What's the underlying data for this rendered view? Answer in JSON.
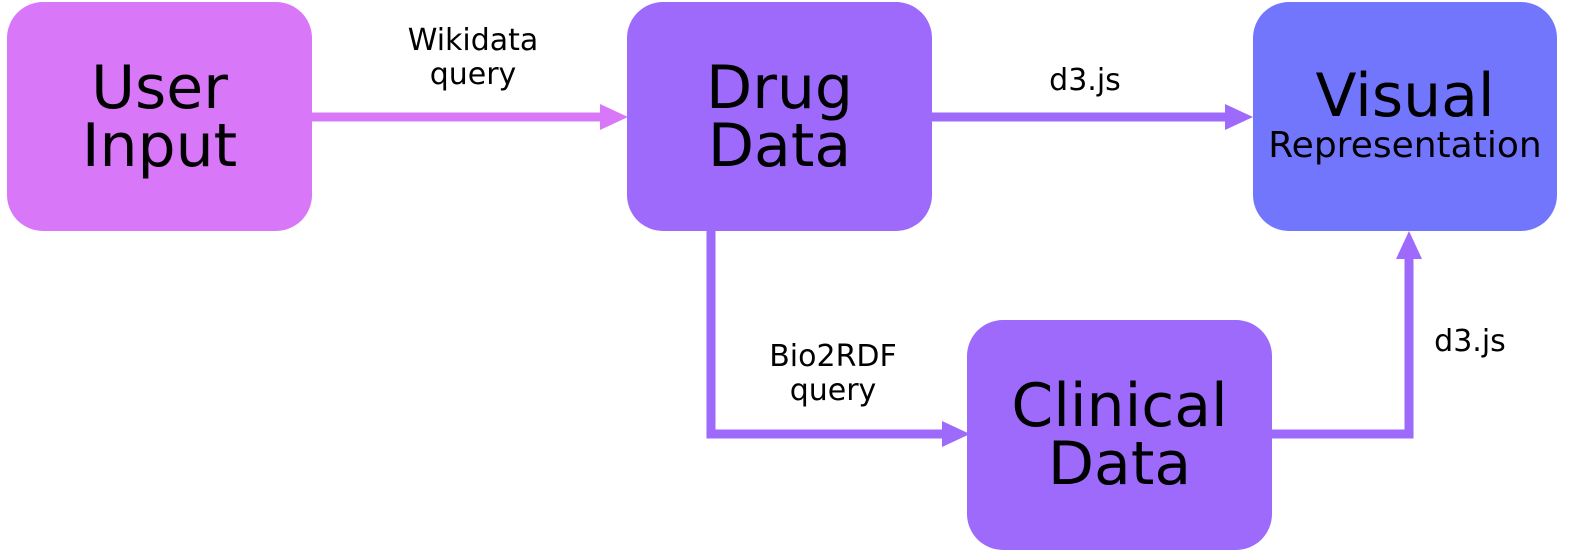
{
  "colors": {
    "pink": "#d878f8",
    "purple": "#9d6afc",
    "blue": "#7276fd",
    "arrow_pink": "#d878f8",
    "arrow_purple": "#9d6afc"
  },
  "nodes": {
    "user_input": {
      "line1": "User",
      "line2": "Input"
    },
    "drug_data": {
      "line1": "Drug",
      "line2": "Data"
    },
    "visual": {
      "line1": "Visual",
      "line2": "Representation"
    },
    "clinical_data": {
      "line1": "Clinical",
      "line2": "Data"
    }
  },
  "edges": {
    "user_to_drug": {
      "line1": "Wikidata",
      "line2": "query"
    },
    "drug_to_visual": {
      "line1": "d3.js"
    },
    "drug_to_clinical": {
      "line1": "Bio2RDF",
      "line2": "query"
    },
    "clinical_to_visual": {
      "line1": "d3.js"
    }
  }
}
